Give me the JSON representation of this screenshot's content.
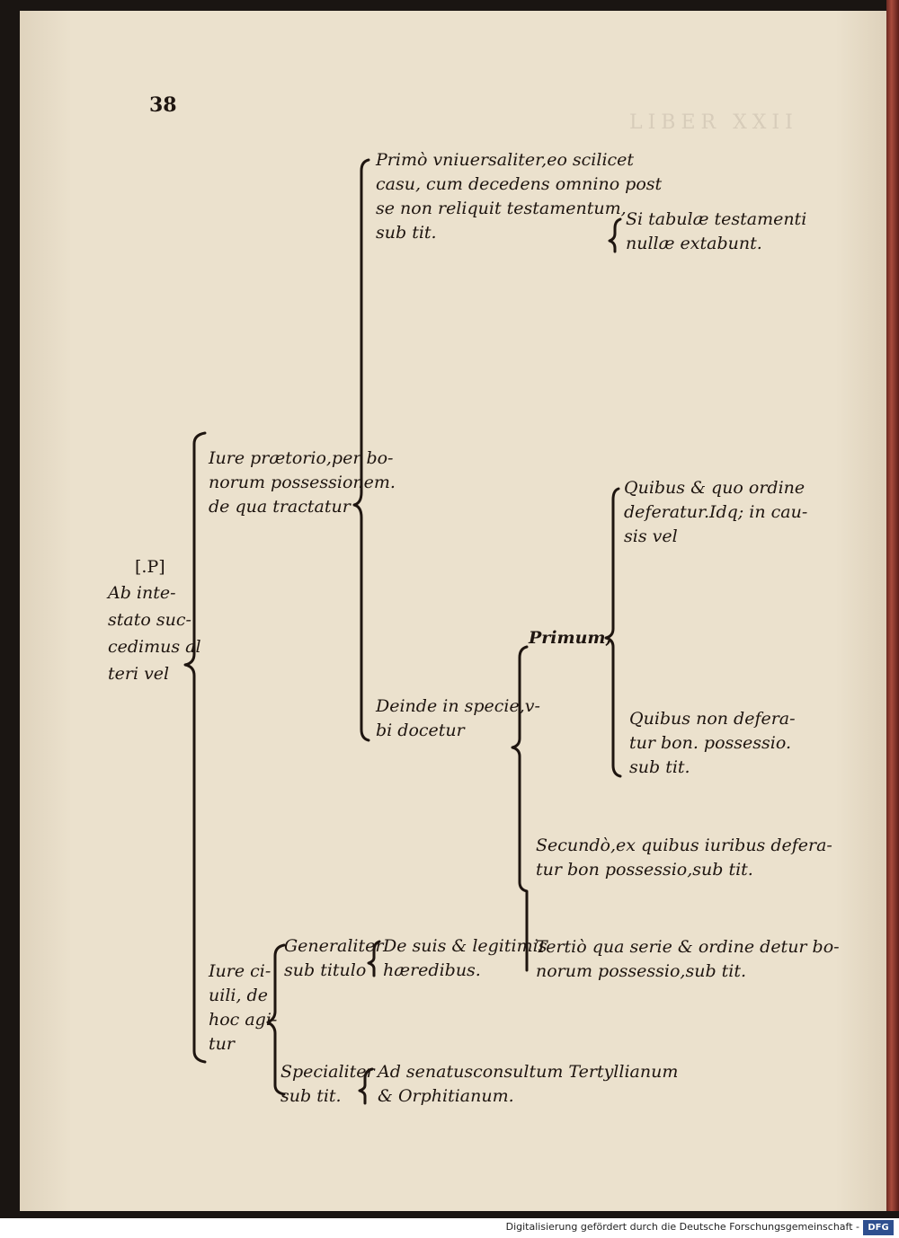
{
  "page_number": "38",
  "bleed_through_header": "LIBER XXII",
  "root": {
    "marker": "[.P]",
    "lines": [
      "Ab inte-",
      "stato suc-",
      "cedimus al",
      "teri vel"
    ]
  },
  "iure_praetorio": {
    "lines": [
      "Iure prætorio,per bo-",
      "norum possessionem.",
      "de qua tractatur"
    ]
  },
  "primo": {
    "lines": [
      "Primò vniuersaliter,eo scilicet",
      "casu, cum decedens omnino post",
      "se non reliquit testamentum,",
      "sub tit."
    ]
  },
  "si_tabulae": {
    "lines": [
      "Si tabulæ testamenti",
      "nullæ extabunt."
    ]
  },
  "deinde": {
    "lines": [
      "Deinde in specie,v-",
      "bi docetur"
    ]
  },
  "primum": {
    "label": "Primum,"
  },
  "quibus_quo": {
    "lines": [
      "Quibus & quo ordine",
      "deferatur.Idq; in cau-",
      "sis vel"
    ]
  },
  "quibus_non": {
    "lines": [
      "Quibus non defera-",
      "tur bon. possessio.",
      "sub tit."
    ]
  },
  "secundo": {
    "lines": [
      "Secundò,ex quibus iuribus defera-",
      "tur bon possessio,sub tit."
    ]
  },
  "tertio": {
    "lines": [
      "Tertiò qua serie & ordine detur bo-",
      "norum possessio,sub tit."
    ]
  },
  "iure_civili": {
    "lines": [
      "Iure ci-",
      "uili, de",
      "hoc agi-",
      "tur"
    ]
  },
  "generaliter": {
    "lines": [
      "Generaliter",
      "sub titulo"
    ]
  },
  "de_suis": {
    "lines": [
      "De suis & legitimis",
      "hæredibus."
    ]
  },
  "specialiter": {
    "lines": [
      "Specialiter",
      "sub tit."
    ]
  },
  "ad_senatus": {
    "lines": [
      "Ad senatusconsultum Tertyllianum",
      "& Orphitianum."
    ]
  },
  "footer": {
    "text": "Digitalisierung gefördert durch die Deutsche Forschungsgemeinschaft -",
    "logo": "DFG"
  }
}
